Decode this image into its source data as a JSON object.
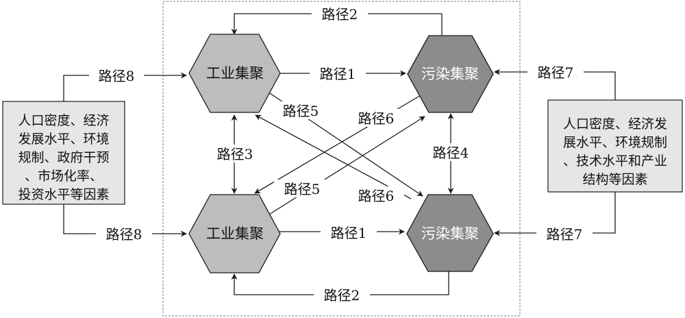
{
  "colors": {
    "industrial": "#bdbdbd",
    "pollution": "#8c8c8c",
    "side_box": "#e6e6e6",
    "stroke": "#1a1a1a",
    "frame": "#777777"
  },
  "nodes": {
    "industrial_top": "工业集聚",
    "pollution_top": "污染集聚",
    "industrial_bottom": "工业集聚",
    "pollution_bottom": "污染集聚"
  },
  "left_box": {
    "lines": [
      "人口密度、经济",
      "发展水平、环境",
      "规制、政府干预",
      "、市场化率、",
      "投资水平等因素"
    ]
  },
  "right_box": {
    "lines": [
      "人口密度、经济发",
      "展水平、环境规制",
      "、技术水平和产业",
      "结构等因素"
    ]
  },
  "paths": {
    "p2_top": "路径2",
    "p8_top": "路径8",
    "p1_top": "路径1",
    "p7_top": "路径7",
    "p5_upper": "路径5",
    "p6_upper": "路径6",
    "p3": "路径3",
    "p4": "路径4",
    "p5_lower": "路径5",
    "p6_lower": "路径6",
    "p8_bottom": "路径8",
    "p1_bottom": "路径1",
    "p7_bottom": "路径7",
    "p2_bottom": "路径2"
  }
}
